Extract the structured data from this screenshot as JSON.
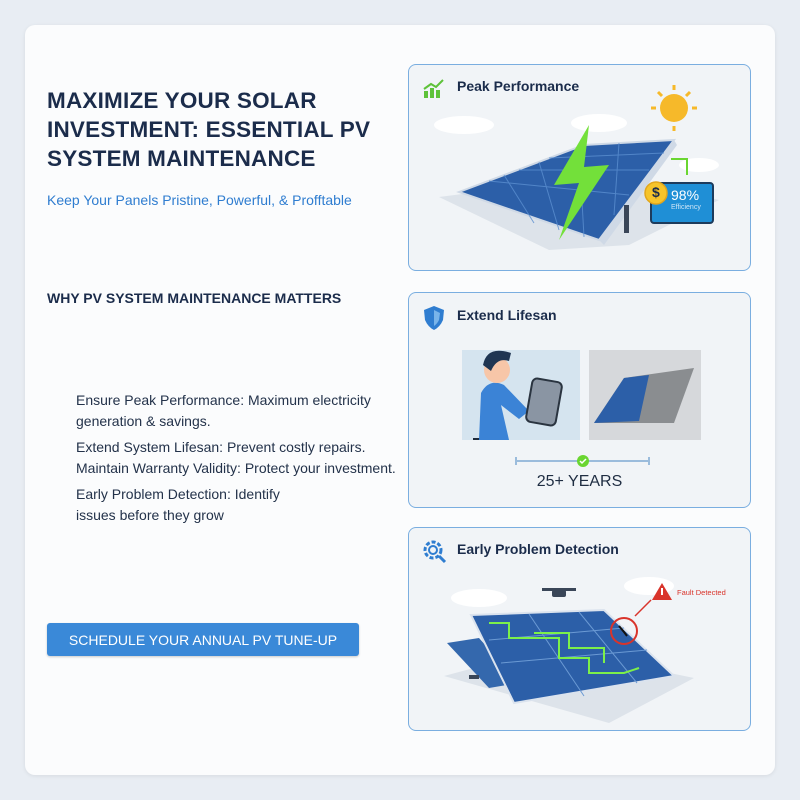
{
  "hero": {
    "title": "MAXIMIZE YOUR SOLAR INVESTMENT: ESSENTIAL PV SYSTEM MAINTENANCE",
    "subtitle": "Keep Your Panels Pristine, Powerful, & Profftable"
  },
  "why": {
    "heading": "WHY PV SYSTEM MAINTENANCE MATTERS",
    "bullets": [
      "Ensure Peak Performance: Maximum electricity generation & savings.",
      "Extend System Lifesan: Prevent costly repairs. Maintain Warranty Validity: Protect your investment.",
      "Early Problem Detection: Identify issues before they grow"
    ]
  },
  "cta": {
    "label": "SCHEDULE YOUR ANNUAL PV TUNE-UP"
  },
  "panels": [
    {
      "title": "Peak Performance",
      "icon": "chart-up-icon",
      "efficiency_value": "98%",
      "efficiency_label": "Efficiency",
      "currency_symbol": "$"
    },
    {
      "title": "Extend Lifesan",
      "icon": "shield-icon",
      "years_label": "25+ YEARS"
    },
    {
      "title": "Early Problem Detection",
      "icon": "gear-search-icon",
      "fault_label": "Fault Detected"
    }
  ],
  "colors": {
    "accent": "#3a89d8",
    "heading": "#1b2c4b",
    "green": "#6ad631",
    "fault": "#d9342b"
  }
}
